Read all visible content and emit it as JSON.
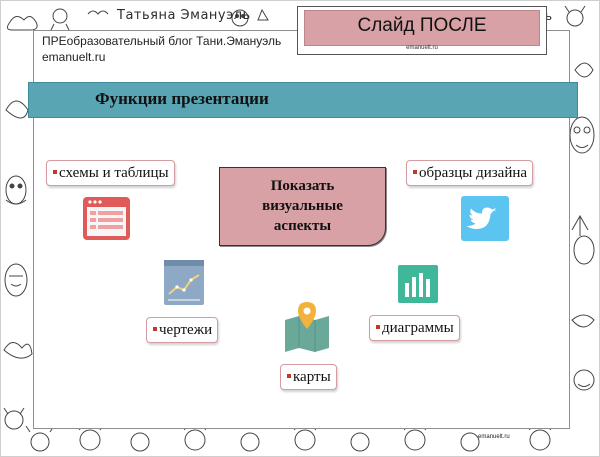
{
  "header": {
    "brand": "Татьяна Эмануэль",
    "brand_right": "ель",
    "blog_title": "ПРЕобразовательный блог Тани.Эмануэль",
    "blog_url": "emanuelt.ru"
  },
  "after_badge": {
    "label": "Слайд ПОСЛЕ",
    "url": "emanuelt.ru"
  },
  "slide": {
    "title": "Функции презентации",
    "center": [
      "Показать",
      "визуальные",
      "аспекты"
    ],
    "items": [
      {
        "label": "схемы и таблицы",
        "icon": "browser-window-icon"
      },
      {
        "label": "образцы дизайна",
        "icon": "twitter-bird-icon"
      },
      {
        "label": "чертежи",
        "icon": "line-chart-icon"
      },
      {
        "label": "диаграммы",
        "icon": "bar-chart-icon"
      },
      {
        "label": "карты",
        "icon": "map-pin-icon"
      }
    ],
    "footer_url": "emanuelt.ru"
  },
  "colors": {
    "title_bar": "#5aa5b3",
    "accent_pink": "#d7a1a6",
    "bullet": "#c0392b",
    "icon_red": "#e05a5a",
    "icon_twitter": "#5bc4f0",
    "icon_chart": "#8ea9c6",
    "icon_bars": "#3fb89a",
    "icon_map": "#6aa99a"
  }
}
